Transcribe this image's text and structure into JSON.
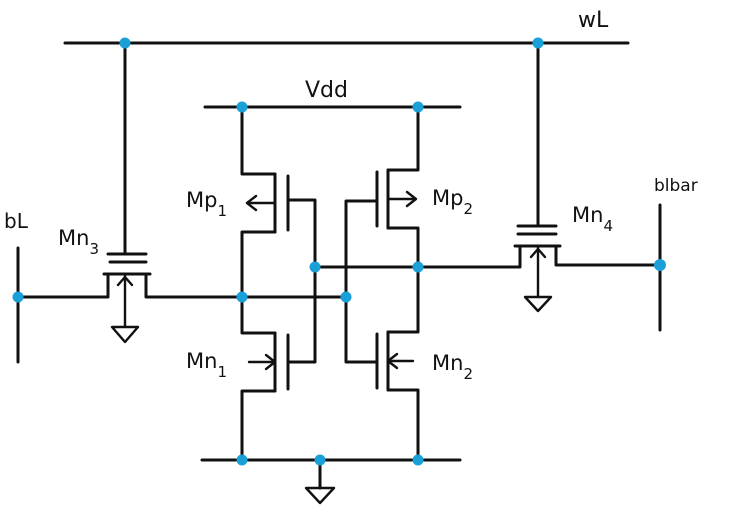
{
  "colors": {
    "wire": "#111111",
    "node": "#1aa0d8",
    "background": "#ffffff"
  },
  "nets": {
    "word_line": "wL",
    "supply": "Vdd",
    "bit_line": "bL",
    "bit_line_bar": "blbar"
  },
  "transistors": {
    "mp1": {
      "prefix": "Mp",
      "sub": "1"
    },
    "mp2": {
      "prefix": "Mp",
      "sub": "2"
    },
    "mn1": {
      "prefix": "Mn",
      "sub": "1"
    },
    "mn2": {
      "prefix": "Mn",
      "sub": "2"
    },
    "mn3": {
      "prefix": "Mn",
      "sub": "3"
    },
    "mn4": {
      "prefix": "Mn",
      "sub": "4"
    }
  },
  "icons": {
    "ground": "ground-icon"
  }
}
